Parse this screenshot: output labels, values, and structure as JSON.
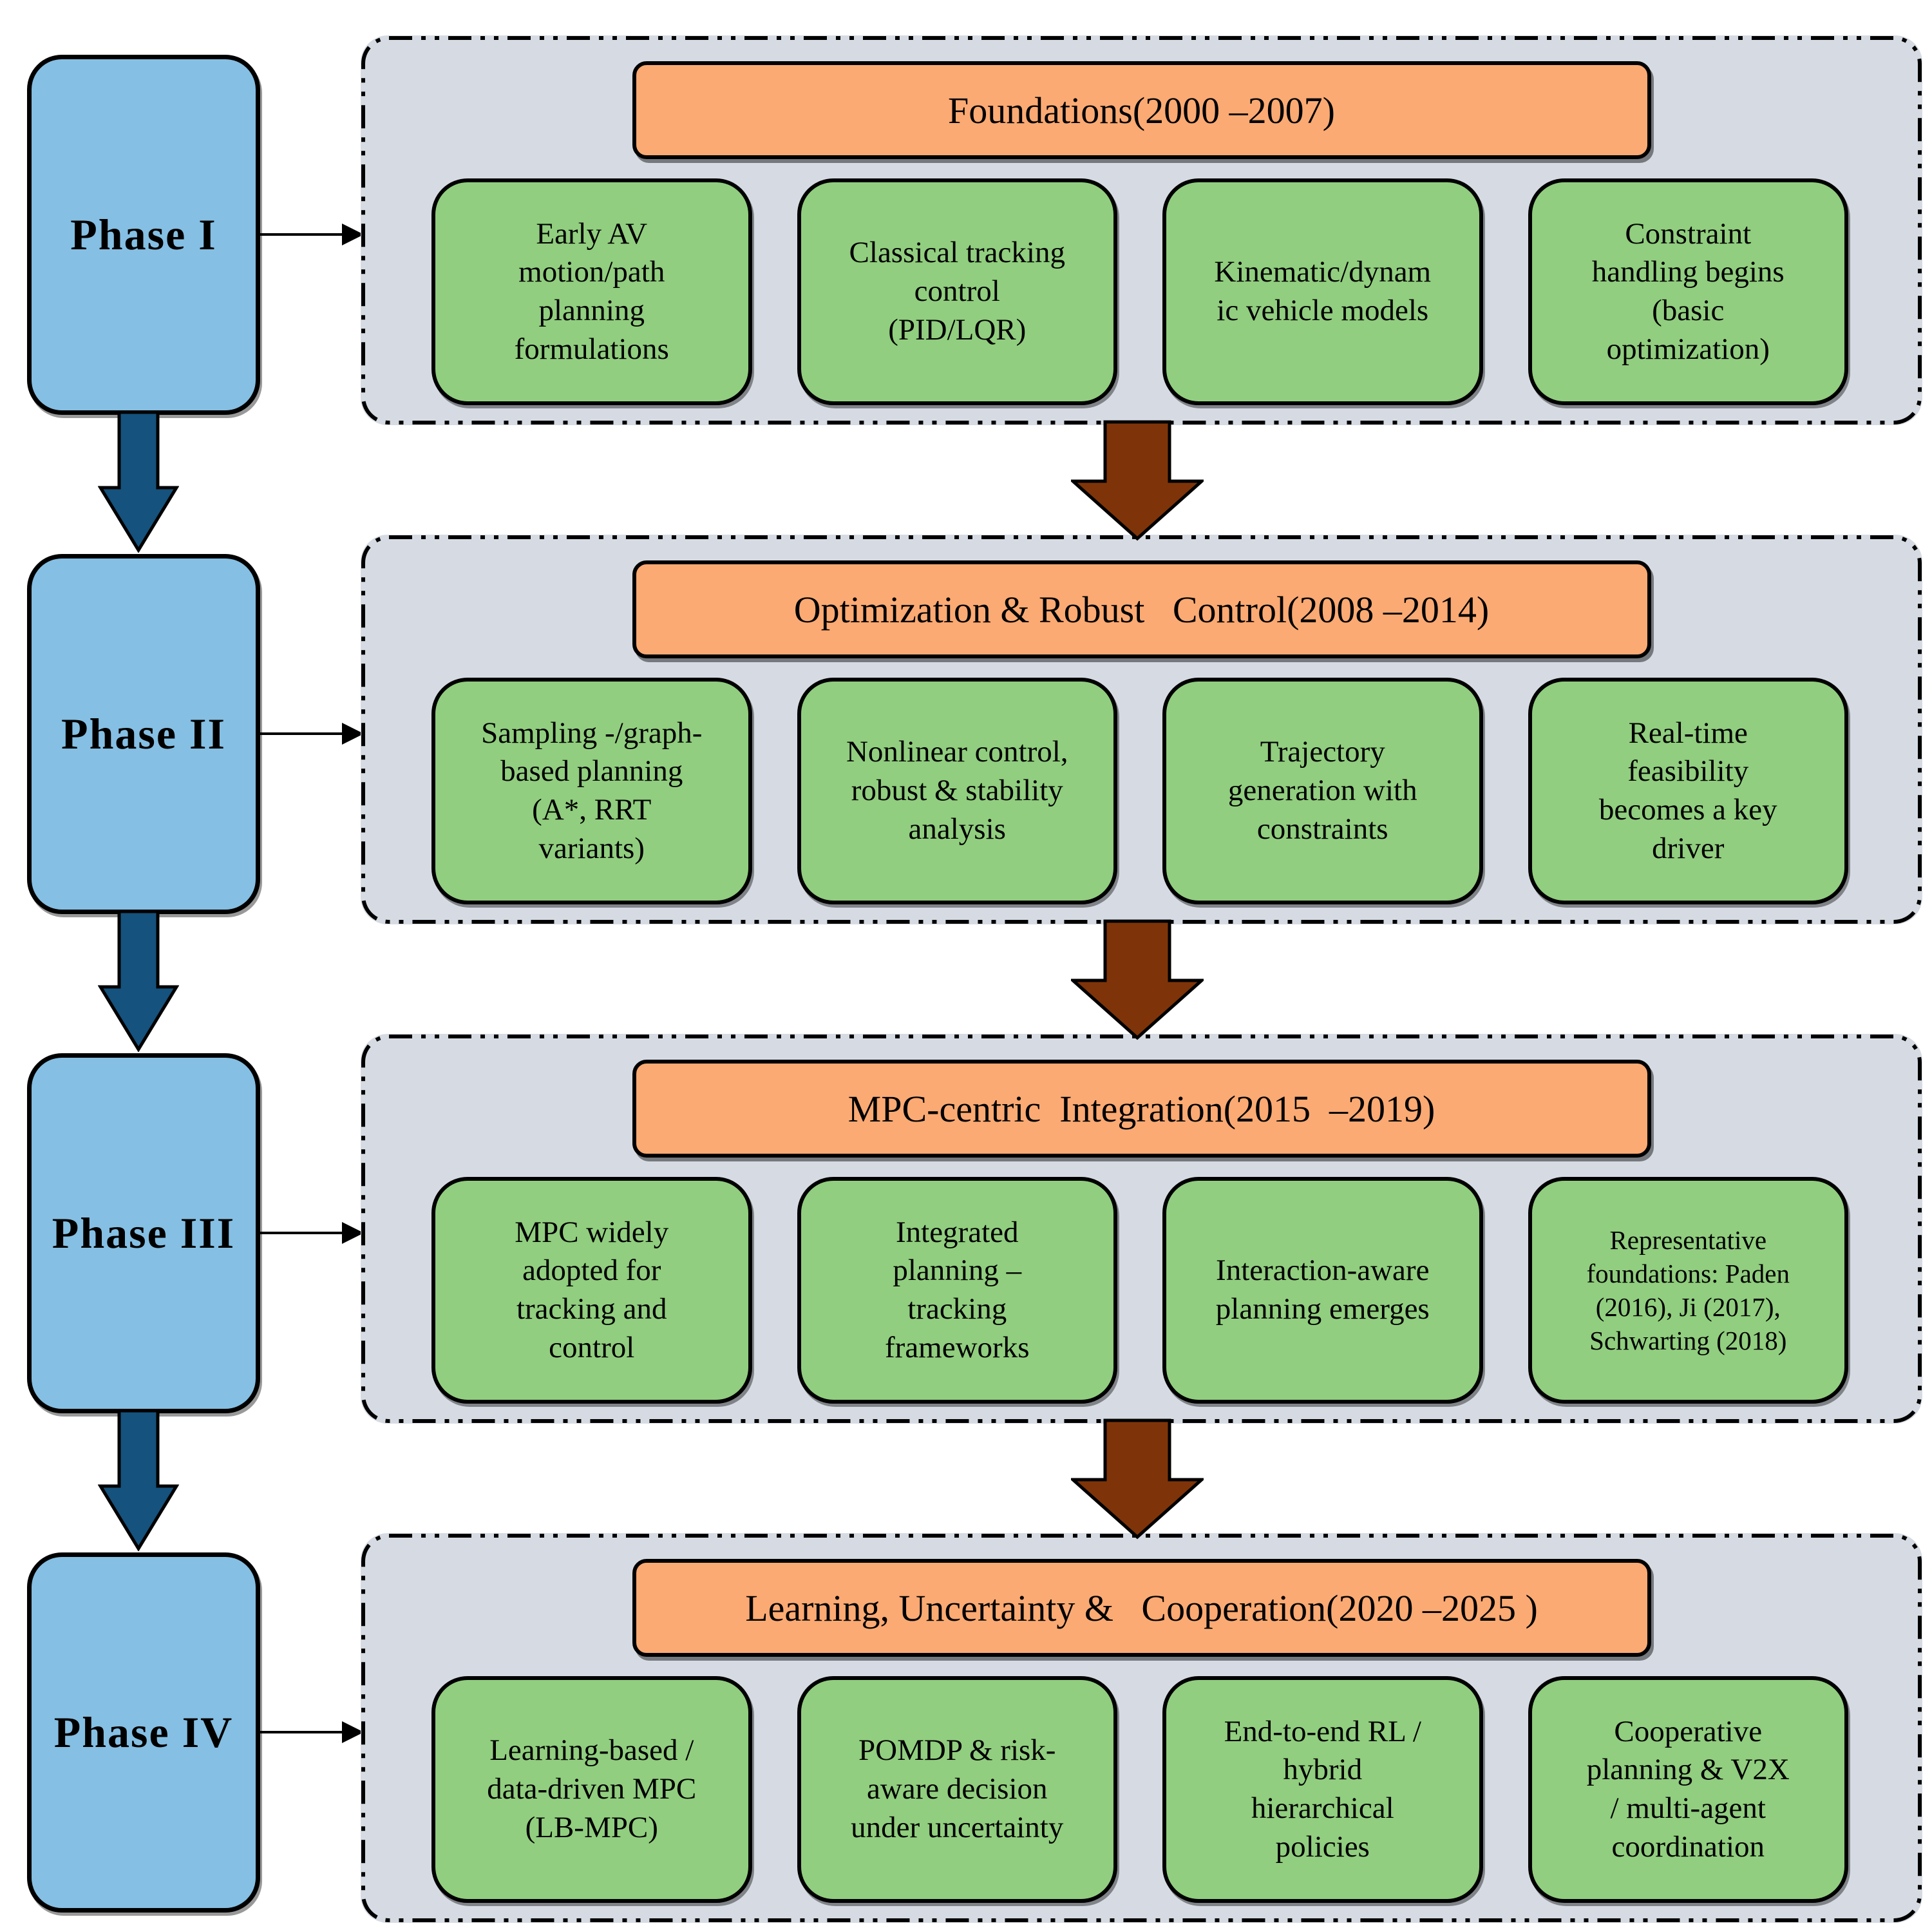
{
  "colors": {
    "background": "#ffffff",
    "panel_bg": "#d6dbe3",
    "header_bg": "#fbaa73",
    "box_bg": "#91ce7f",
    "phase_bg": "#85bfe3",
    "outline": "#000000",
    "down_arrow_blue": "#15527d",
    "down_arrow_brown": "#7e3408",
    "text": "#000000"
  },
  "phases": [
    {
      "label": "Phase I",
      "header": "Foundations(2000 –2007)",
      "boxes": [
        "Early AV\nmotion/path\nplanning\nformulations",
        "Classical tracking\ncontrol\n(PID/LQR)",
        "Kinematic/dynam\nic vehicle models",
        "Constraint\nhandling begins\n(basic\noptimization)"
      ]
    },
    {
      "label": "Phase II",
      "header": "Optimization & Robust   Control(2008 –2014)",
      "boxes": [
        "Sampling -/graph-\nbased planning\n(A*, RRT\nvariants)",
        "Nonlinear control,\nrobust & stability\nanalysis",
        "Trajectory\ngeneration with\nconstraints",
        "Real-time\nfeasibility\nbecomes a key\ndriver"
      ]
    },
    {
      "label": "Phase III",
      "header": "MPC-centric  Integration(2015  –2019)",
      "boxes": [
        "MPC widely\nadopted for\ntracking and\ncontrol",
        "Integrated\nplanning –\ntracking\nframeworks",
        "Interaction-aware\nplanning emerges",
        "Representative\nfoundations: Paden\n(2016), Ji (2017),\nSchwarting (2018)"
      ]
    },
    {
      "label": "Phase IV",
      "header": "Learning, Uncertainty &   Cooperation(2020 –2025 )",
      "boxes": [
        "Learning-based /\ndata-driven MPC\n(LB-MPC)",
        "POMDP & risk-\naware decision\nunder uncertainty",
        "End-to-end RL /\nhybrid\nhierarchical\npolicies",
        "Cooperative\nplanning & V2X\n/ multi-agent\ncoordination"
      ]
    }
  ]
}
